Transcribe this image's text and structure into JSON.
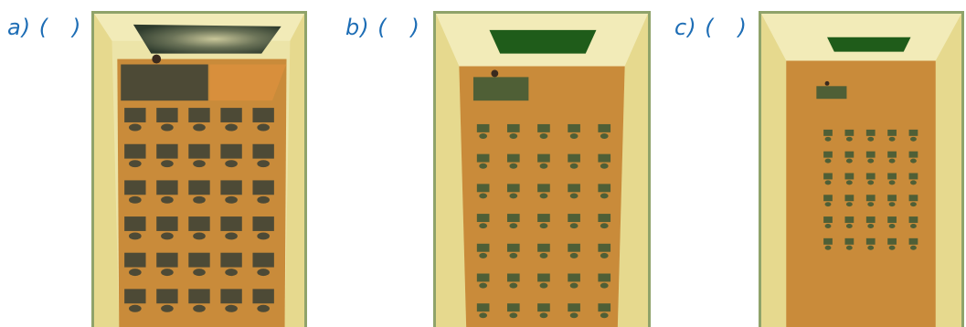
{
  "panels": [
    {
      "label": "a) (   )",
      "board_color": "#3a4a36",
      "desk_color": "#4d4a36",
      "view": "near"
    },
    {
      "label": "b) (   )",
      "board_color": "#1f5c1a",
      "desk_color": "#4f5f36",
      "view": "mid"
    },
    {
      "label": "c) (   )",
      "board_color": "#1f5c1a",
      "desk_color": "#4f5f36",
      "view": "far"
    }
  ],
  "colors": {
    "floor": "#c98b3a",
    "wall_light": "#f2ebb8",
    "wall_side": "#e6d98e",
    "frame": "#8fa36a",
    "label_text": "#1d6db5"
  }
}
